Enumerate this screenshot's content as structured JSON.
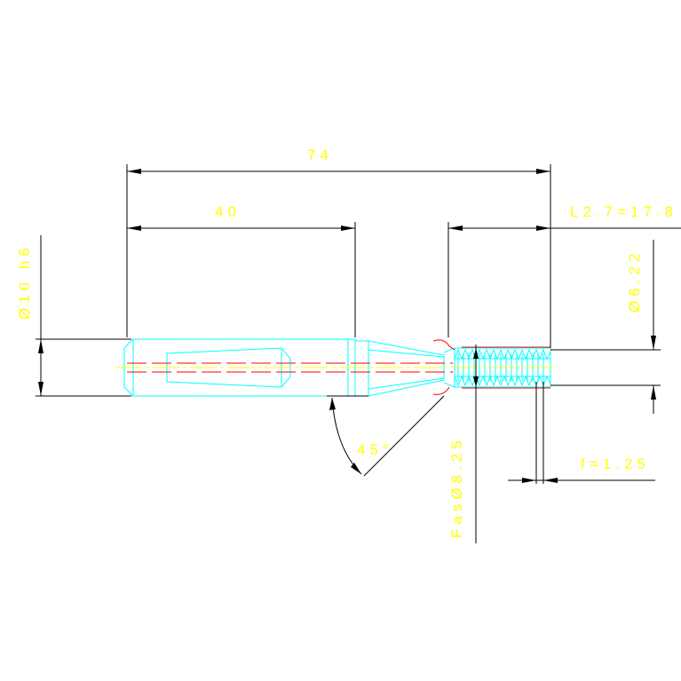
{
  "colors": {
    "background": "#ffffff",
    "dimension": "#000000",
    "dimension_text": "#ffff00",
    "part_outline": "#00ffff",
    "hidden_line": "#ff0000",
    "center_line": "#ffff00"
  },
  "dimensions": {
    "overall_length": "74",
    "step_length": "40",
    "thread_length": "L2.7=17.8",
    "shank_diameter": "Ø10 h6",
    "core_diameter": "Ø6.22",
    "chamfer_angle": "45°",
    "chamfer_diameter": "FasØ8.25",
    "thread_pitch": "f=1.25"
  }
}
